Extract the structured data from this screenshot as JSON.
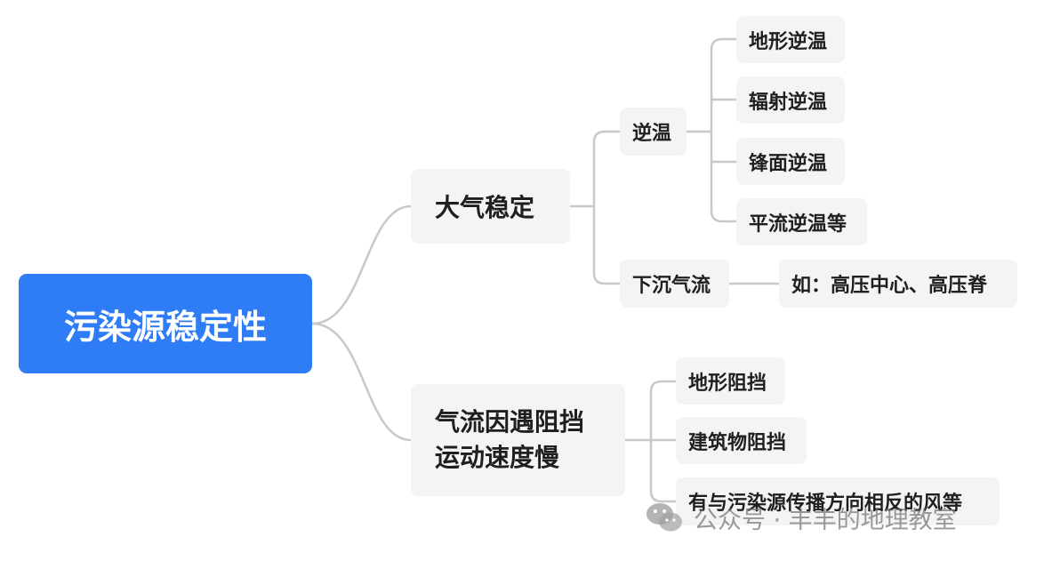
{
  "root": {
    "label": "污染源稳定性"
  },
  "branches": [
    {
      "label": "大气稳定",
      "children": [
        {
          "label": "逆温",
          "children": [
            "地形逆温",
            "辐射逆温",
            "锋面逆温",
            "平流逆温等"
          ]
        },
        {
          "label": "下沉气流",
          "children": [
            "如：高压中心、高压脊"
          ]
        }
      ]
    },
    {
      "label_line1": "气流因遇阻挡",
      "label_line2": "运动速度慢",
      "children": [
        "地形阻挡",
        "建筑物阻挡",
        "有与污染源传播方向相反的风等"
      ]
    }
  ],
  "watermark": {
    "text": "公众号 · 丰丰的地理教室",
    "icon": "wechat-icon"
  },
  "colors": {
    "root_bg": "#2f7df6",
    "node_bg": "#f4f4f5",
    "connector": "#c8c8c8",
    "text": "#1f1f1f"
  }
}
